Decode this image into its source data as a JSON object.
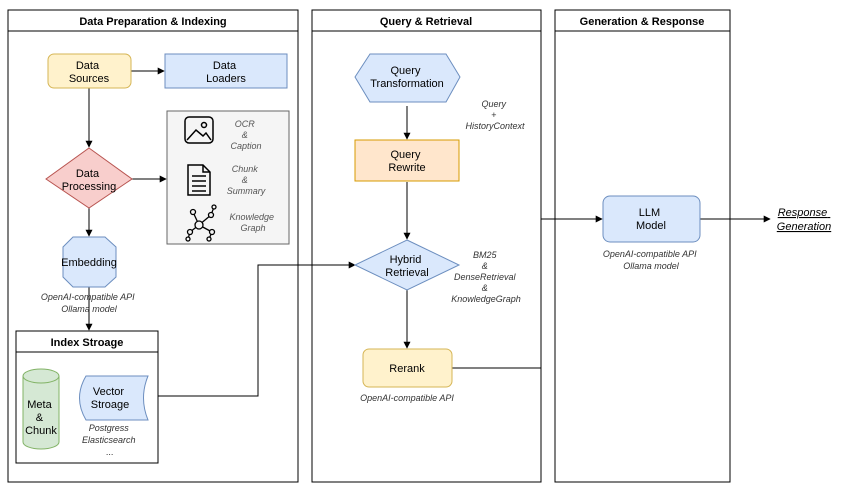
{
  "lanes": {
    "prep": "Data Preparation & Indexing",
    "query": "Query & Retrieval",
    "gen": "Generation & Response"
  },
  "prep": {
    "sources": [
      "Data",
      "Sources"
    ],
    "loaders": [
      "Data",
      "Loaders"
    ],
    "processing": [
      "Data",
      "Processing"
    ],
    "ocr": [
      "OCR",
      "&",
      "Caption"
    ],
    "chunk": [
      "Chunk",
      "&",
      "Summary"
    ],
    "kg": [
      "Knowledge",
      "Graph"
    ],
    "embedding": "Embedding",
    "embedding_note": [
      "OpenAI-compatible API",
      "Ollama model"
    ],
    "index_title": "Index Stroage",
    "meta": [
      "Meta",
      "&",
      "Chunk"
    ],
    "vector": [
      "Vector",
      "Stroage"
    ],
    "vector_note": [
      "Postgress",
      "Elasticsearch",
      "..."
    ]
  },
  "query": {
    "transform": [
      "Query",
      "Transformation"
    ],
    "history_note": [
      "Query",
      "+",
      "HistoryContext"
    ],
    "rewrite": [
      "Query",
      "Rewrite"
    ],
    "hybrid": [
      "Hybrid",
      "Retrieval"
    ],
    "hybrid_note": [
      "BM25",
      "&",
      "DenseRetrieval",
      "&",
      "KnowledgeGraph"
    ],
    "rerank": "Rerank",
    "rerank_note": "OpenAI-compatible API"
  },
  "gen": {
    "llm": [
      "LLM",
      "Model"
    ],
    "llm_note": [
      "OpenAI-compatible API",
      "Ollama model"
    ],
    "response": [
      "Response",
      "Generation"
    ]
  },
  "colors": {
    "yellow_fill": "#fff2cc",
    "yellow_stroke": "#d6b656",
    "blue_fill": "#dae8fc",
    "blue_stroke": "#6c8ebf",
    "red_fill": "#f8cecc",
    "red_stroke": "#b85450",
    "orange_fill": "#ffe6cc",
    "orange_stroke": "#d79b00",
    "green_fill": "#d5e8d4",
    "green_stroke": "#82b366",
    "gray_fill": "#f5f5f5",
    "gray_stroke": "#666666"
  }
}
